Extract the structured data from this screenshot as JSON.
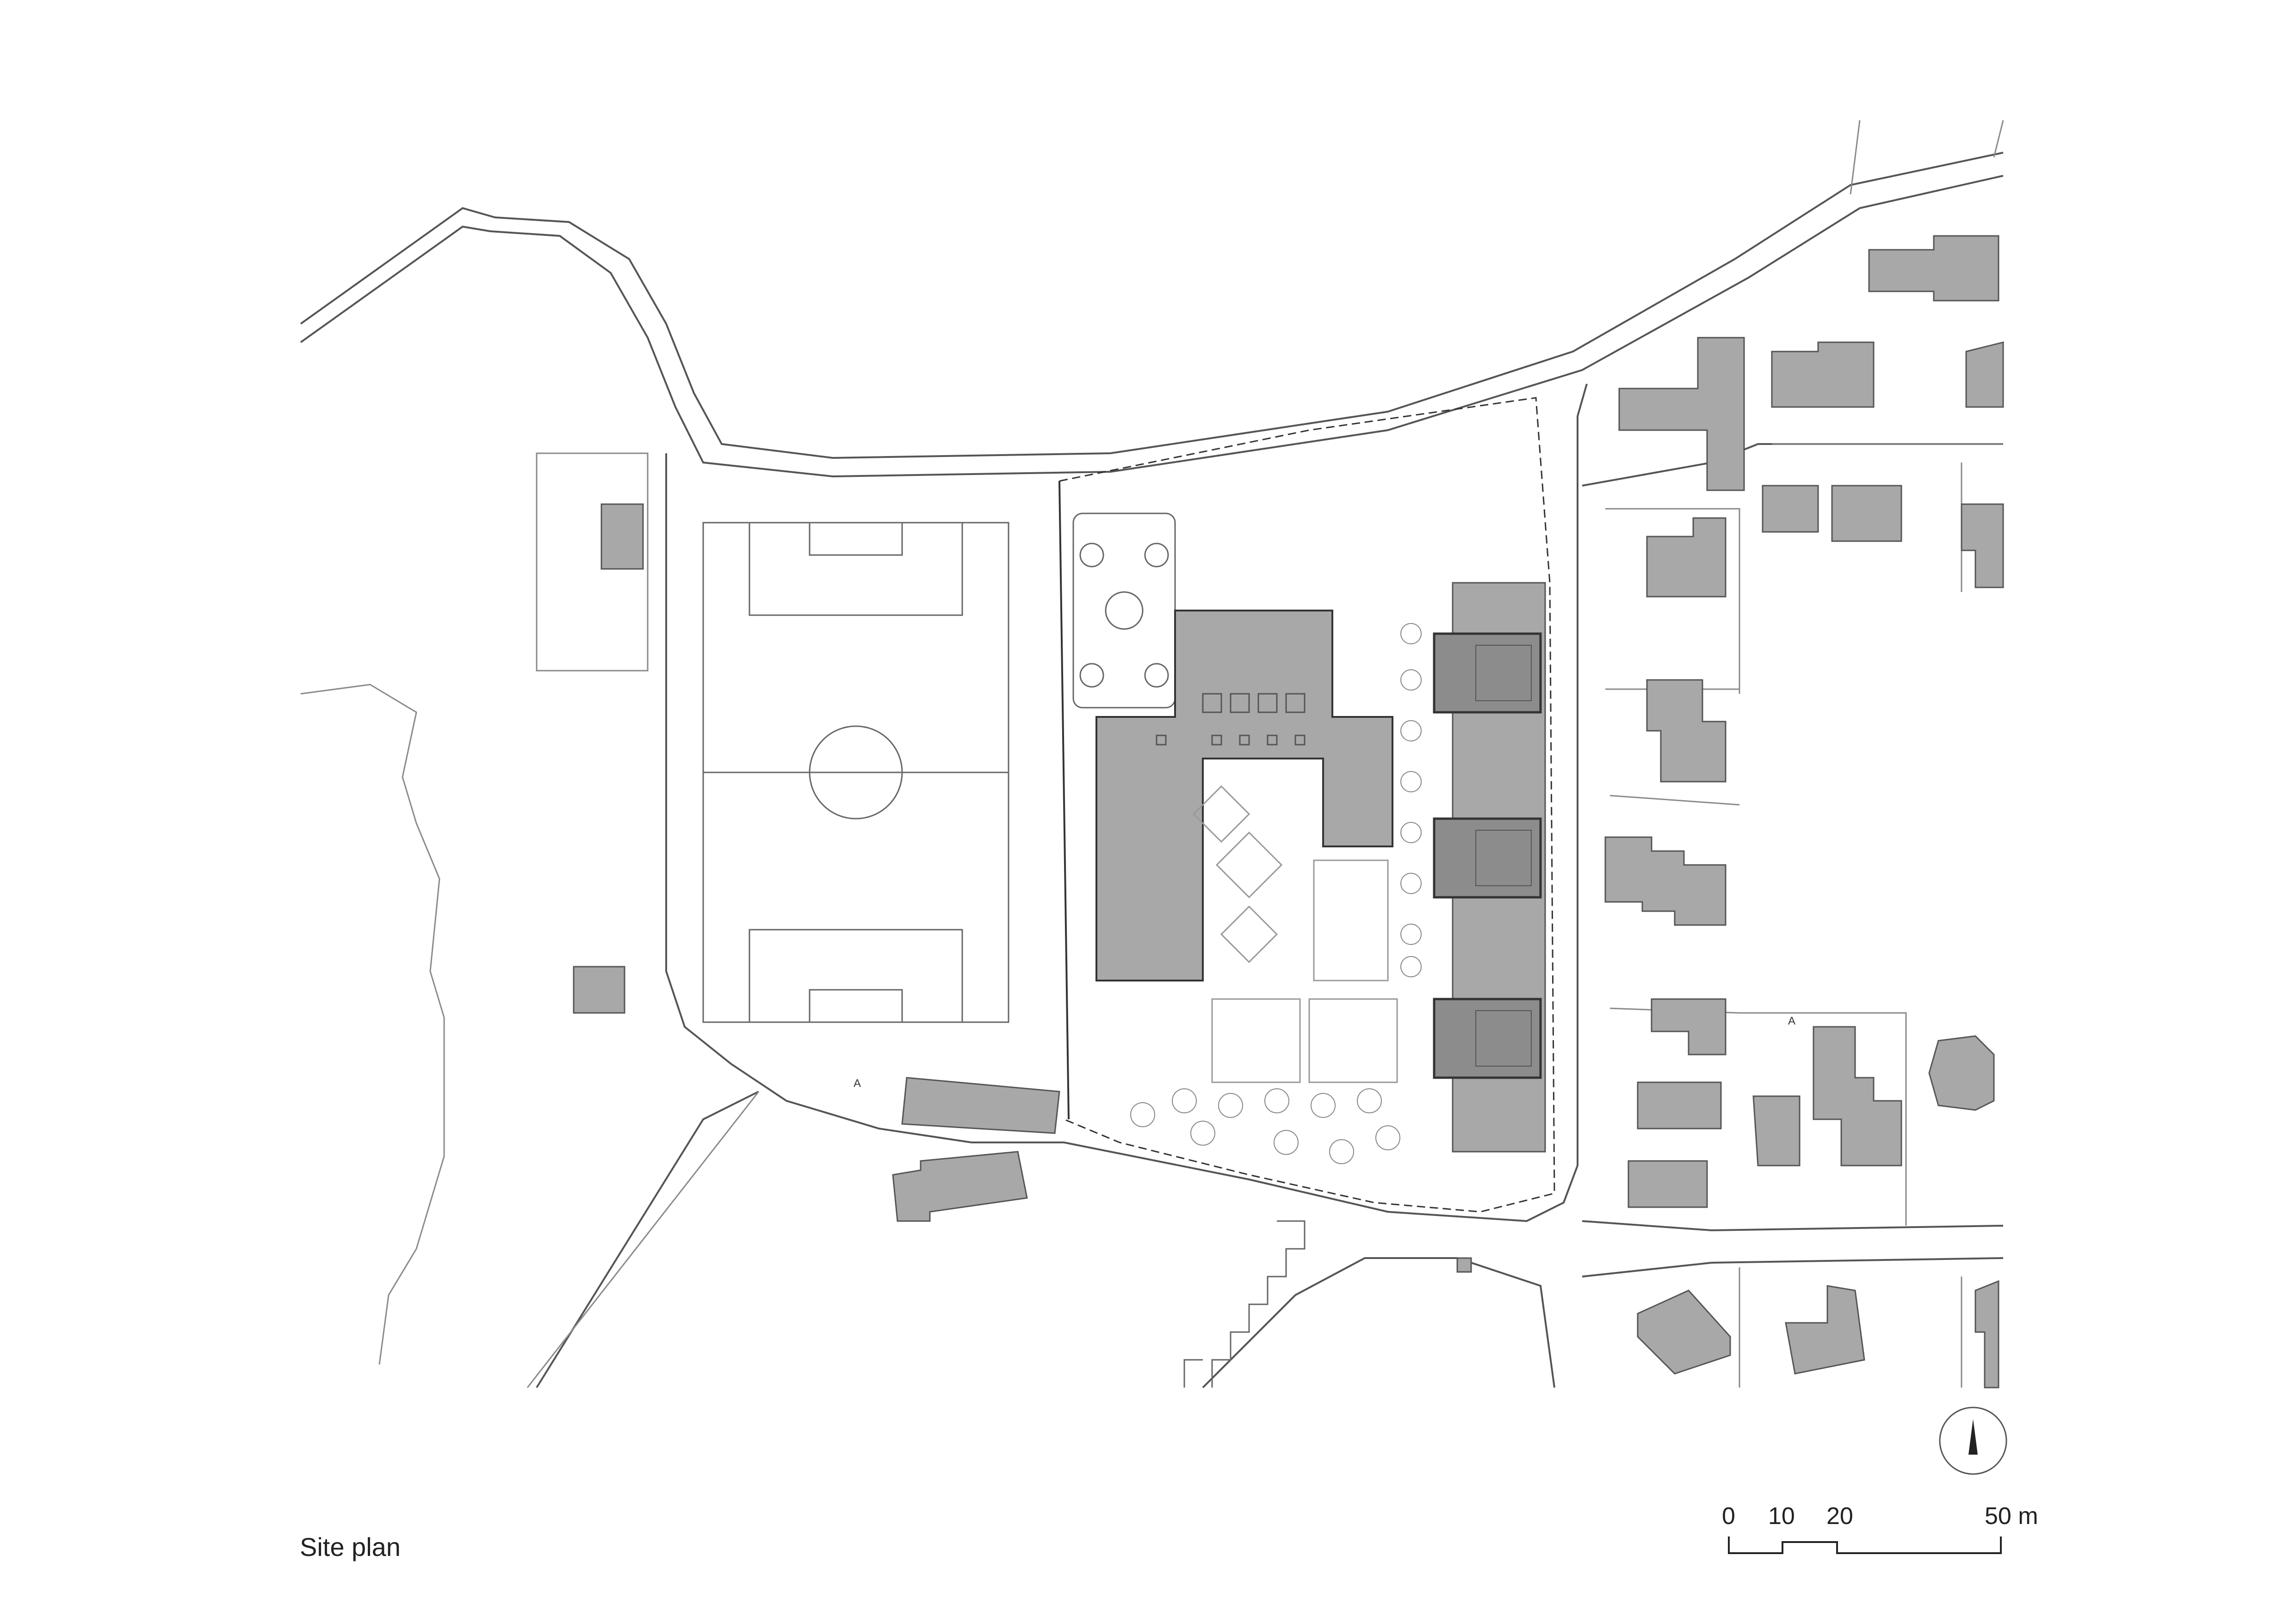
{
  "plan": {
    "title": "Site plan",
    "section_markers": [
      "A",
      "A"
    ]
  },
  "scale_bar": {
    "ticks": [
      "0",
      "10",
      "20",
      "50 m"
    ]
  },
  "north_arrow": {
    "icon": "north-arrow-icon"
  },
  "colors": {
    "building_fill": "#a8a8a8",
    "line": "#3a3a3a",
    "thin_line": "#8a8a8a",
    "background": "#ffffff"
  }
}
